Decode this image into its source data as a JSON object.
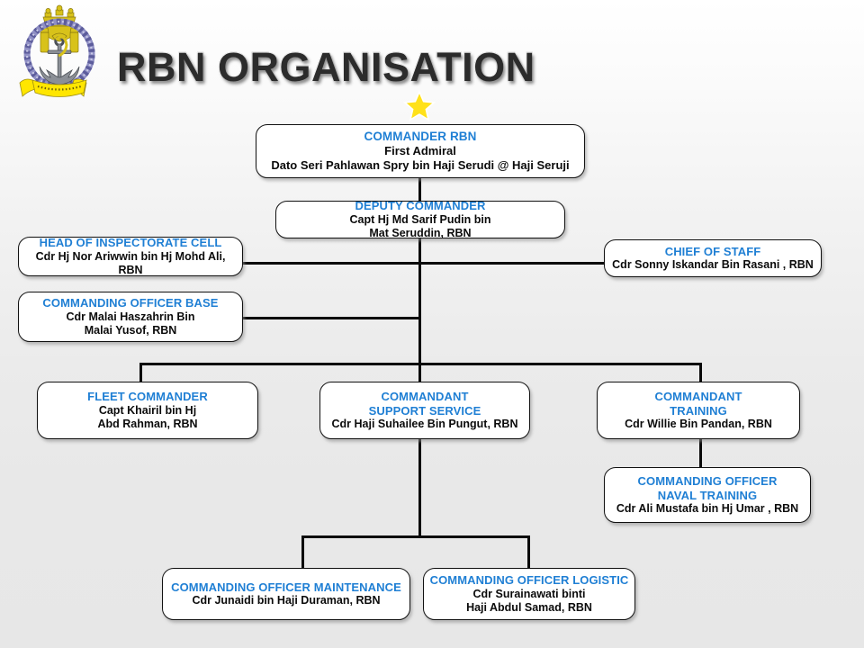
{
  "header": {
    "title": "RBN ORGANISATION",
    "crest_name": "rbn-naval-crest",
    "star_name": "gold-star-icon",
    "accent_color": "#1f7fd4",
    "title_color": "#2c2c2c",
    "star_color": "#ffe11a",
    "background_color": "#e8e8e8"
  },
  "chart": {
    "type": "org-chart",
    "nodes": [
      {
        "id": "commander-rbn",
        "title": "COMMANDER  RBN",
        "lines": [
          "First Admiral",
          "Dato Seri Pahlawan Spry bin Haji Serudi @ Haji Seruji"
        ]
      },
      {
        "id": "deputy-commander",
        "title": "DEPUTY  COMMANDER",
        "lines": [
          "Capt Hj Md  Sarif Pudin  bin",
          "Mat Seruddin, RBN"
        ]
      },
      {
        "id": "head-of-inspectorate-cell",
        "title": "HEAD OF INSPECTORATE  CELL",
        "lines": [
          "Cdr Hj Nor Ariwwin bin Hj Mohd  Ali, RBN"
        ]
      },
      {
        "id": "chief-of-staff",
        "title": "CHIEF OF STAFF",
        "lines": [
          "Cdr  Sonny Iskandar Bin Rasani , RBN"
        ]
      },
      {
        "id": "commanding-officer-base",
        "title": "COMMANDING  OFFICER BASE",
        "lines": [
          "Cdr Malai  Haszahrin Bin",
          "Malai Yusof, RBN"
        ]
      },
      {
        "id": "fleet-commander",
        "title": "FLEET COMMANDER",
        "lines": [
          "Capt Khairil bin Hj",
          "Abd Rahman, RBN"
        ]
      },
      {
        "id": "commandant-support-service",
        "title": "COMMANDANT\nSUPPORT SERVICE",
        "lines": [
          "Cdr Haji  Suhailee Bin  Pungut, RBN"
        ]
      },
      {
        "id": "commandant-training",
        "title": "COMMANDANT\nTRAINING",
        "lines": [
          "Cdr Willie Bin Pandan, RBN"
        ]
      },
      {
        "id": "commanding-officer-naval-training",
        "title": "COMMANDING  OFFICER\nNAVAL  TRAINING",
        "lines": [
          "Cdr Ali  Mustafa bin Hj Umar , RBN"
        ]
      },
      {
        "id": "commanding-officer-maintenance",
        "title": "COMMANDING  OFFICER MAINTENANCE",
        "lines": [
          "Cdr Junaidi bin Haji Duraman, RBN"
        ]
      },
      {
        "id": "commanding-officer-logistic",
        "title": "COMMANDING  OFFICER LOGISTIC",
        "lines": [
          "Cdr  Surainawati binti",
          "Haji Abdul  Samad, RBN"
        ]
      }
    ]
  }
}
